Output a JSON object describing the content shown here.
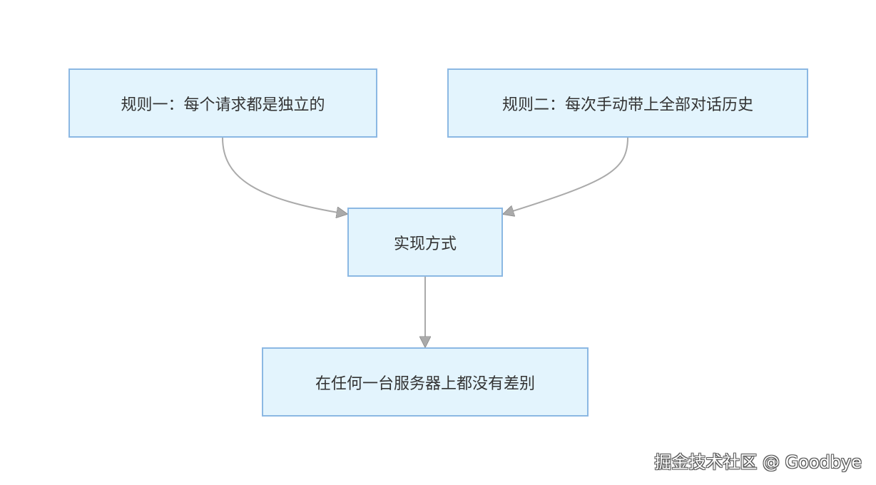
{
  "diagram": {
    "nodes": {
      "rule1": "规则一：每个请求都是独立的",
      "rule2": "规则二：每次手动带上全部对话历史",
      "implementation": "实现方式",
      "result": "在任何一台服务器上都没有差别"
    },
    "edges": [
      {
        "from": "rule1",
        "to": "implementation"
      },
      {
        "from": "rule2",
        "to": "implementation"
      },
      {
        "from": "implementation",
        "to": "result"
      }
    ]
  },
  "watermark": "掘金技术社区 @ Goodbye",
  "colors": {
    "node_fill": "#e3f4fd",
    "node_border": "#8bb8e3",
    "edge": "#aaaaaa",
    "text": "#333333"
  }
}
